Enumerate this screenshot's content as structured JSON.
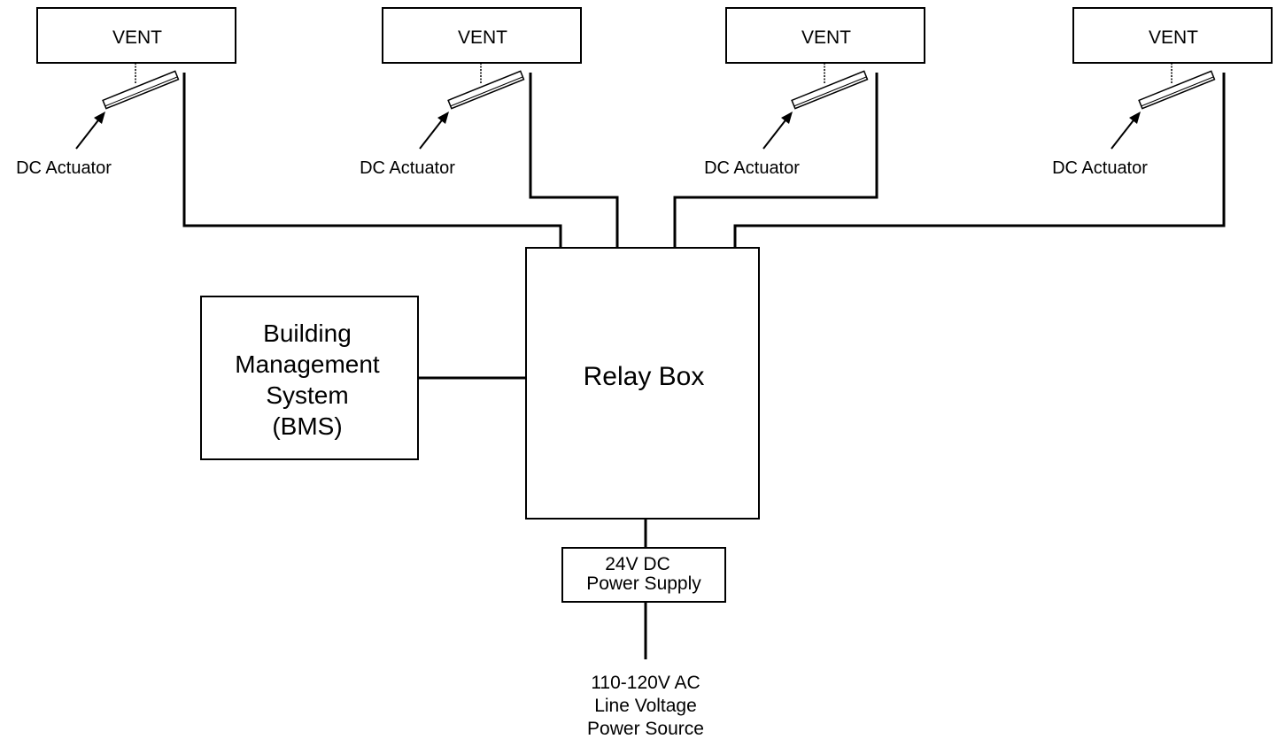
{
  "vents": [
    {
      "label": "VENT",
      "actuator_label": "DC Actuator"
    },
    {
      "label": "VENT",
      "actuator_label": "DC Actuator"
    },
    {
      "label": "VENT",
      "actuator_label": "DC Actuator"
    },
    {
      "label": "VENT",
      "actuator_label": "DC Actuator"
    }
  ],
  "bms": {
    "lines": [
      "Building",
      "Management",
      "System",
      "(BMS)"
    ]
  },
  "relay_box": {
    "label": "Relay Box"
  },
  "power_supply": {
    "lines": [
      "24V DC",
      "Power Supply"
    ]
  },
  "source": {
    "lines": [
      "110-120V AC",
      "Line Voltage",
      "Power Source"
    ]
  },
  "colors": {
    "line": "#000000",
    "background": "#ffffff",
    "actuator_fill": "#ffffff"
  }
}
